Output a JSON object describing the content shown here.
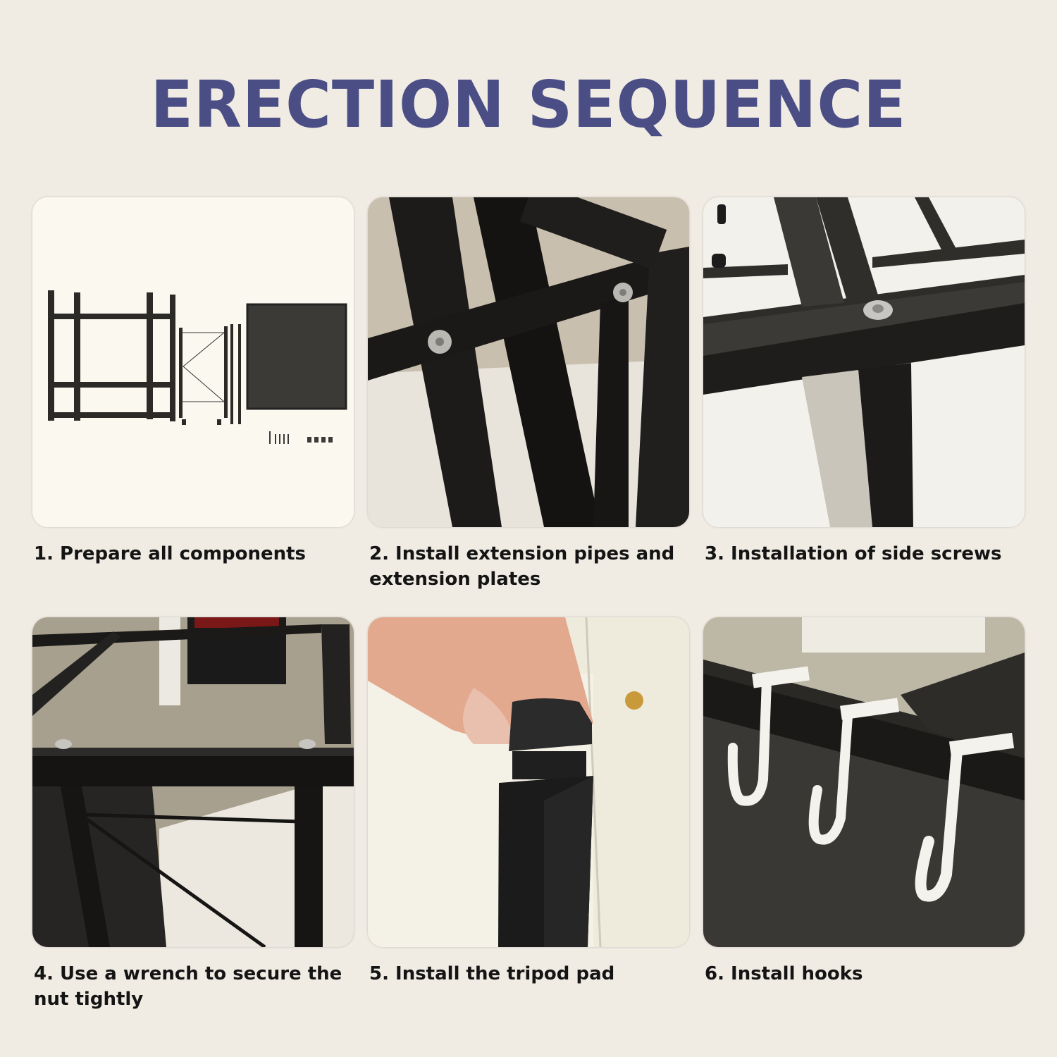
{
  "header": {
    "title": "ERECTION SEQUENCE",
    "title_color": "#4a4e85",
    "background_color": "#f0ebe3"
  },
  "steps": [
    {
      "number": 1,
      "caption": "1. Prepare all components",
      "image": "all-components-laid-out"
    },
    {
      "number": 2,
      "caption": "2. Install extension pipes and extension plates",
      "image": "frame-corner-with-screws"
    },
    {
      "number": 3,
      "caption": "3. Installation of side screws",
      "image": "side-screw-on-frame"
    },
    {
      "number": 4,
      "caption": "4. Use a wrench to secure the nut tightly",
      "image": "frame-bolts-and-brace-wire"
    },
    {
      "number": 5,
      "caption": "5. Install the tripod pad",
      "image": "hand-inserting-foot-pad"
    },
    {
      "number": 6,
      "caption": "6. Install hooks",
      "image": "white-hooks-on-rail"
    }
  ]
}
